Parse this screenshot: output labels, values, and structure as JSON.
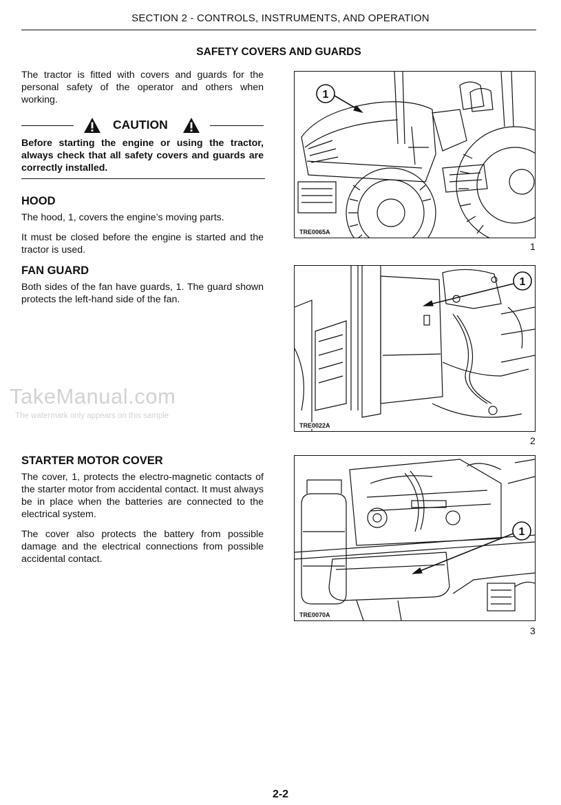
{
  "header": {
    "title": "SECTION 2 - CONTROLS, INSTRUMENTS, AND OPERATION"
  },
  "page_heading": "SAFETY COVERS AND GUARDS",
  "intro": "The tractor is fitted with covers and guards for the personal safety of the operator and others when working.",
  "caution": {
    "label": "CAUTION",
    "icon": "warning-triangle-icon",
    "text": "Before starting the engine or using the tractor, always check that all safety covers and guards are correctly installed."
  },
  "sections": [
    {
      "heading": "HOOD",
      "paragraphs": [
        "The hood, 1, covers the engine’s moving parts.",
        "It must be closed before the engine is started and the tractor is used."
      ]
    },
    {
      "heading": "FAN GUARD",
      "paragraphs": [
        "Both sides of the fan have guards, 1. The guard shown protects the left-hand side of the fan."
      ]
    },
    {
      "heading": "STARTER MOTOR COVER",
      "paragraphs": [
        "The cover, 1, protects the electro-magnetic contacts of the starter motor from accidental contact. It must always be in place when the batteries are connected to the electrical system.",
        "The cover also protects the battery from possible damage and the electrical connections from possible accidental contact."
      ]
    }
  ],
  "figures": [
    {
      "callout": "1",
      "code": "TRE0065A",
      "number": "1"
    },
    {
      "callout": "1",
      "code": "TRE0022A",
      "number": "2"
    },
    {
      "callout": "1",
      "code": "TRE0070A",
      "number": "3"
    }
  ],
  "watermark": {
    "title": "TakeManual.com",
    "subtitle": "The watermark only appears on this sample"
  },
  "page_number": "2-2"
}
